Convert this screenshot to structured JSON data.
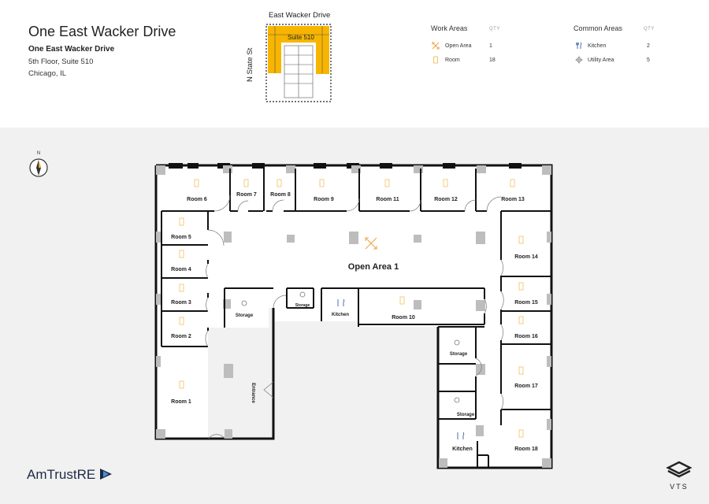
{
  "header": {
    "title": "One East Wacker Drive",
    "subtitle": "One East Wacker Drive",
    "address_line1": "5th Floor, Suite 510",
    "address_line2": "Chicago, IL"
  },
  "key_plan": {
    "street_top": "East Wacker Drive",
    "street_side": "N State St",
    "suite_label": "Suite 510",
    "highlight_color": "#f7b500"
  },
  "legend": {
    "work_areas": {
      "heading": "Work Areas",
      "qty_heading": "QTY",
      "items": [
        {
          "label": "Open Area",
          "qty": "1",
          "icon": "open-area-icon"
        },
        {
          "label": "Room",
          "qty": "18",
          "icon": "room-icon"
        }
      ]
    },
    "common_areas": {
      "heading": "Common Areas",
      "qty_heading": "QTY",
      "items": [
        {
          "label": "Kitchen",
          "qty": "2",
          "icon": "kitchen-icon"
        },
        {
          "label": "Utility Area",
          "qty": "5",
          "icon": "utility-gear-icon"
        }
      ]
    }
  },
  "compass": {
    "label": "N"
  },
  "floor_plan": {
    "rooms": {
      "room_1": "Room 1",
      "room_2": "Room 2",
      "room_3": "Room 3",
      "room_4": "Room 4",
      "room_5": "Room 5",
      "room_6": "Room 6",
      "room_7": "Room 7",
      "room_8": "Room 8",
      "room_9": "Room 9",
      "room_10": "Room 10",
      "room_11": "Room 11",
      "room_12": "Room 12",
      "room_13": "Room 13",
      "room_14": "Room 14",
      "room_15": "Room 15",
      "room_16": "Room 16",
      "room_17": "Room 17",
      "room_18": "Room 18"
    },
    "open_area": "Open Area 1",
    "storage": "Storage",
    "kitchen": "Kitchen",
    "entrance": "Entrance"
  },
  "branding": {
    "left_logo": "AmTrustRE",
    "right_logo": "VTS"
  },
  "colors": {
    "accent_orange": "#f0a040",
    "wall": "#111111",
    "column": "#bdbdbd",
    "background": "#f1f1f1"
  }
}
